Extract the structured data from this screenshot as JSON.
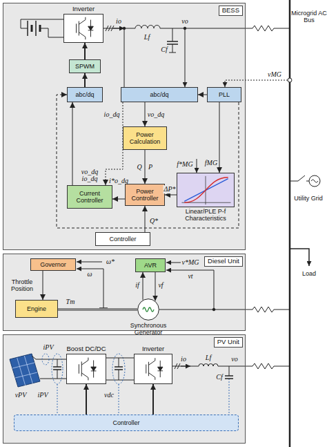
{
  "diagram": {
    "nodes": [
      {
        "text": [
          "BESS"
        ]
      },
      {
        "text": [
          "Inverter"
        ],
        "in": 0
      },
      {
        "text": [
          "SPWM"
        ],
        "in": 0
      },
      {
        "text": [
          "abc/dq"
        ],
        "in": 0
      },
      {
        "text": [
          "abc/dq"
        ],
        "in": 0
      },
      {
        "text": [
          "PLL"
        ],
        "in": 0
      },
      {
        "text": [
          "Power Calculation"
        ],
        "in": 0
      },
      {
        "text": [
          "Current Controller"
        ],
        "in": 0
      },
      {
        "text": [
          "Power Controller"
        ],
        "in": 0
      },
      {
        "text": [
          "Linear/PLE P-f Characteristics"
        ],
        "in": 0
      },
      {
        "text": [
          "Controller"
        ],
        "in": 0
      },
      {
        "text": [
          "Diesel Unit"
        ]
      },
      {
        "text": [
          "Governor"
        ],
        "in": 11
      },
      {
        "text": [
          "AVR"
        ],
        "in": 11
      },
      {
        "text": [
          "Engine"
        ],
        "in": 11
      },
      {
        "text": [
          "Synchronous Generator"
        ],
        "in": 11
      },
      {
        "text": [
          "PV Unit"
        ]
      },
      {
        "text": [
          "Boost DC/DC"
        ],
        "in": 16
      },
      {
        "text": [
          "Inverter"
        ],
        "in": 16
      },
      {
        "text": [
          "Controller"
        ],
        "in": 16
      }
    ],
    "edges": [
      {
        "from": 2,
        "to": 1,
        "arrow": "to"
      },
      {
        "from": 3,
        "to": 2,
        "arrow": "to"
      },
      {
        "from": 7,
        "to": 3,
        "arrow": "to"
      },
      {
        "from": 4,
        "to": 6,
        "arrow": "to"
      },
      {
        "from": 4,
        "to": 7,
        "arrow": "to"
      },
      {
        "from": 6,
        "to": 8,
        "arrow": "to"
      },
      {
        "from": 8,
        "to": 7,
        "arrow": "to"
      },
      {
        "from": 9,
        "to": 8,
        "arrow": "to",
        "label": "ΔP*"
      },
      {
        "from": 10,
        "to": 8,
        "arrow": "to",
        "label": "Q*"
      },
      {
        "from": 5,
        "to": 9,
        "arrow": "to",
        "label": "fMG"
      },
      {
        "from": 5,
        "to": 4,
        "arrow": "to"
      },
      {
        "from": 5,
        "to": 3,
        "arrow": "to"
      },
      {
        "from": 12,
        "to": 14,
        "arrow": "to",
        "label": "Throttle Position"
      },
      {
        "from": 14,
        "to": 15,
        "arrow": "none",
        "label": "Tm"
      },
      {
        "from": 15,
        "to": 13,
        "arrow": "to",
        "label": "if"
      },
      {
        "from": 13,
        "to": 15,
        "arrow": "to",
        "label": "vf"
      },
      {
        "from": 17,
        "to": 18,
        "arrow": "none"
      },
      {
        "from": 19,
        "to": 17,
        "arrow": "to"
      },
      {
        "from": 19,
        "to": 18,
        "arrow": "to"
      }
    ],
    "labels": [
      "Microgrid AC Bus",
      "io",
      "Lf",
      "vo",
      "Cf",
      "vMG",
      "io_dq",
      "vo_dq",
      "vo_dq",
      "io_dq",
      "i*o_dq",
      "Q",
      "P",
      "f*MG",
      "Utility Grid",
      "ω*",
      "ω",
      "v*MG",
      "vt",
      "Load",
      "iPV",
      "vPV",
      "iPV",
      "vdc",
      "io",
      "Lf",
      "vo",
      "Cf"
    ]
  }
}
